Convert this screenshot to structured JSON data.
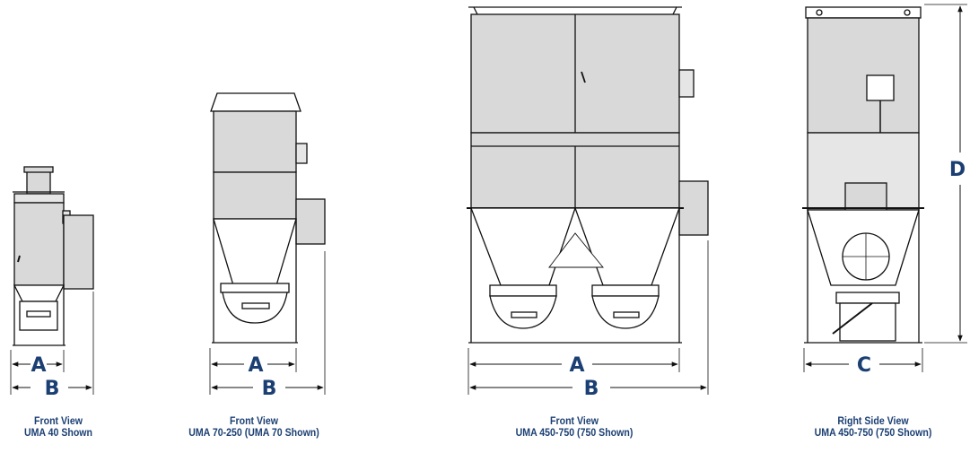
{
  "views": [
    {
      "id": "uma40",
      "caption_line1": "Front View",
      "caption_line2": "UMA 40 Shown",
      "dims": [
        "A",
        "B"
      ]
    },
    {
      "id": "uma70",
      "caption_line1": "Front View",
      "caption_line2": "UMA 70-250 (UMA 70 Shown)",
      "dims": [
        "A",
        "B"
      ]
    },
    {
      "id": "uma750front",
      "caption_line1": "Front View",
      "caption_line2": "UMA 450-750 (750 Shown)",
      "dims": [
        "A",
        "B"
      ]
    },
    {
      "id": "uma750side",
      "caption_line1": "Right Side View",
      "caption_line2": "UMA 450-750 (750 Shown)",
      "dims": [
        "C",
        "D"
      ]
    }
  ],
  "colors": {
    "line": "#111111",
    "fill_gray": "#d9d9d9",
    "fill_light": "#e6e6e6",
    "dimension_text": "#1b3f73"
  }
}
